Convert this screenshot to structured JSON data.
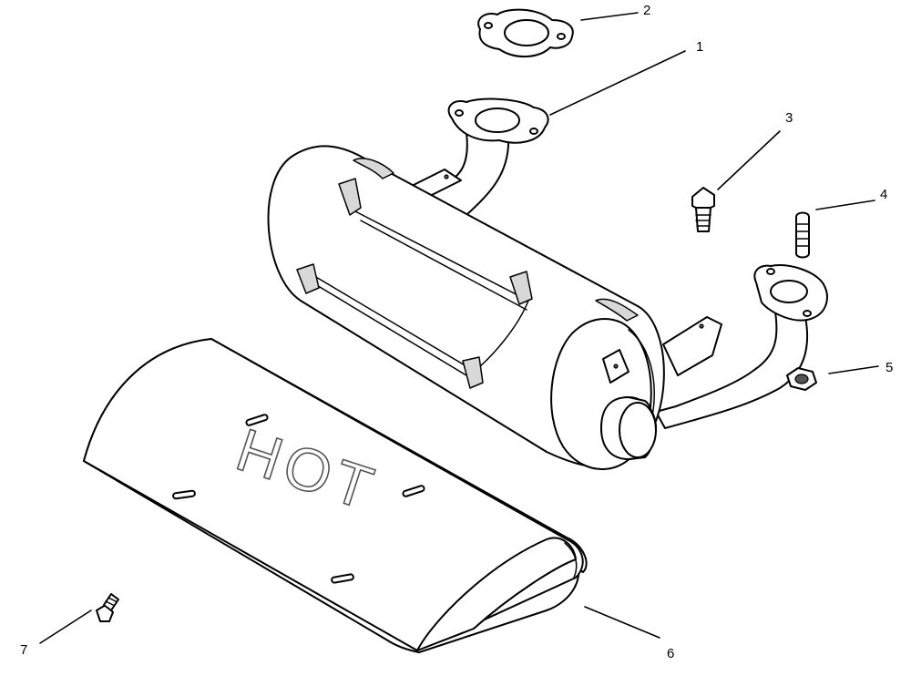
{
  "diagram": {
    "heat_shield_label": "HOT",
    "callouts": [
      {
        "number": "1"
      },
      {
        "number": "2"
      },
      {
        "number": "3"
      },
      {
        "number": "4"
      },
      {
        "number": "5"
      },
      {
        "number": "6"
      },
      {
        "number": "7"
      }
    ]
  },
  "colors": {
    "line": "#000000",
    "background": "#ffffff"
  }
}
